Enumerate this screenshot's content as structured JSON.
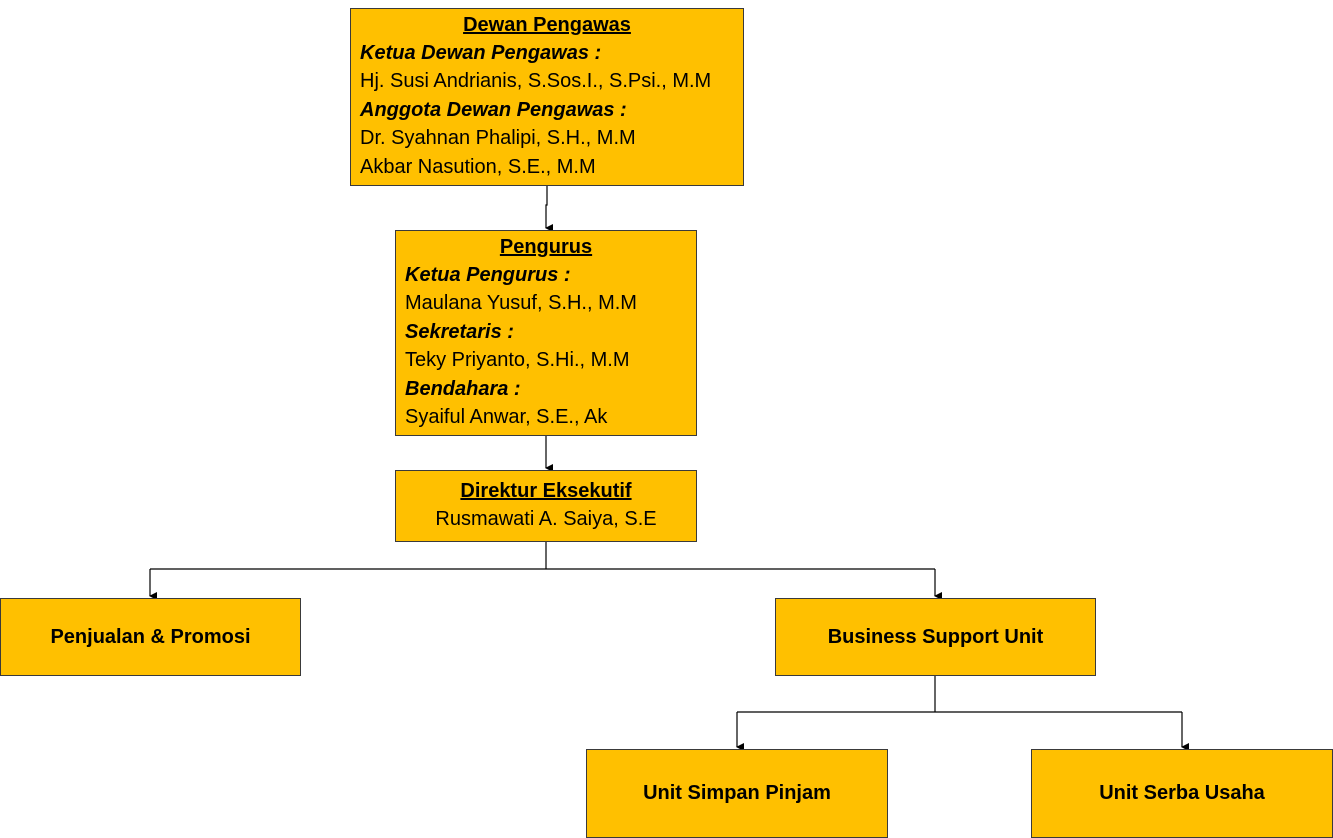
{
  "colors": {
    "box_fill": "#FFC000",
    "box_border": "#3a3a3a",
    "connector": "#000000"
  },
  "dewan_pengawas": {
    "title": "Dewan Pengawas",
    "ketua_role": "Ketua Dewan Pengawas :",
    "ketua_name": "Hj. Susi Andrianis, S.Sos.I., S.Psi., M.M",
    "anggota_role": "Anggota Dewan Pengawas :",
    "anggota_names": [
      "Dr. Syahnan Phalipi, S.H., M.M",
      "Akbar Nasution, S.E., M.M"
    ]
  },
  "pengurus": {
    "title": "Pengurus",
    "ketua_role": "Ketua Pengurus :",
    "ketua_name": "Maulana Yusuf, S.H., M.M",
    "sekretaris_role": "Sekretaris :",
    "sekretaris_name": "Teky Priyanto, S.Hi., M.M",
    "bendahara_role": "Bendahara :",
    "bendahara_name": "Syaiful Anwar, S.E., Ak"
  },
  "direktur": {
    "title": "Direktur Eksekutif",
    "name": "Rusmawati A. Saiya, S.E"
  },
  "units": {
    "penjualan": "Penjualan & Promosi",
    "business_support": "Business Support Unit",
    "simpan_pinjam": "Unit Simpan Pinjam",
    "serba_usaha": "Unit Serba Usaha"
  }
}
